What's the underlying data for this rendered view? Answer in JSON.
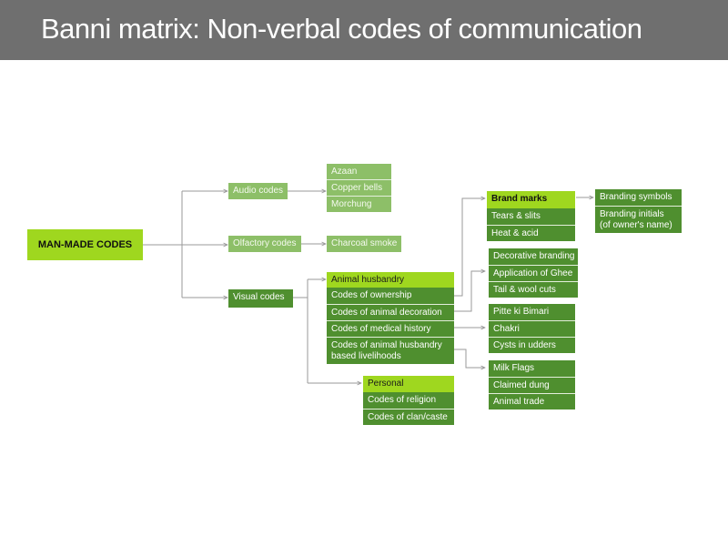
{
  "title": "Banni matrix: Non-verbal codes of communication",
  "root": "MAN-MADE CODES",
  "categories": {
    "audio": "Audio codes",
    "olfactory": "Olfactory codes",
    "visual": "Visual codes"
  },
  "audio_items": [
    "Azaan",
    "Copper bells",
    "Morchung"
  ],
  "olfactory_items": [
    "Charcoal smoke"
  ],
  "animal_husbandry": {
    "title": "Animal husbandry",
    "items": [
      "Codes of ownership",
      "Codes of animal decoration",
      "Codes of medical history"
    ],
    "livelihoods_line1": "Codes of animal husbandry",
    "livelihoods_line2": "based livelihoods"
  },
  "personal": {
    "title": "Personal",
    "items": [
      "Codes of religion",
      "Codes of clan/caste"
    ]
  },
  "brand_marks": {
    "title": "Brand marks",
    "items": [
      "Tears & slits",
      "Heat & acid"
    ]
  },
  "branding_details": {
    "symbols": "Branding symbols",
    "initials_line1": "Branding initials",
    "initials_line2": "(of owner's name)"
  },
  "decoration_items": [
    "Decorative branding",
    "Application of  Ghee",
    "Tail & wool cuts"
  ],
  "medical_items": [
    "Pitte ki Bimari",
    "Chakri",
    "Cysts in udders"
  ],
  "livelihood_items": [
    "Milk Flags",
    "Claimed dung",
    "Animal trade"
  ]
}
